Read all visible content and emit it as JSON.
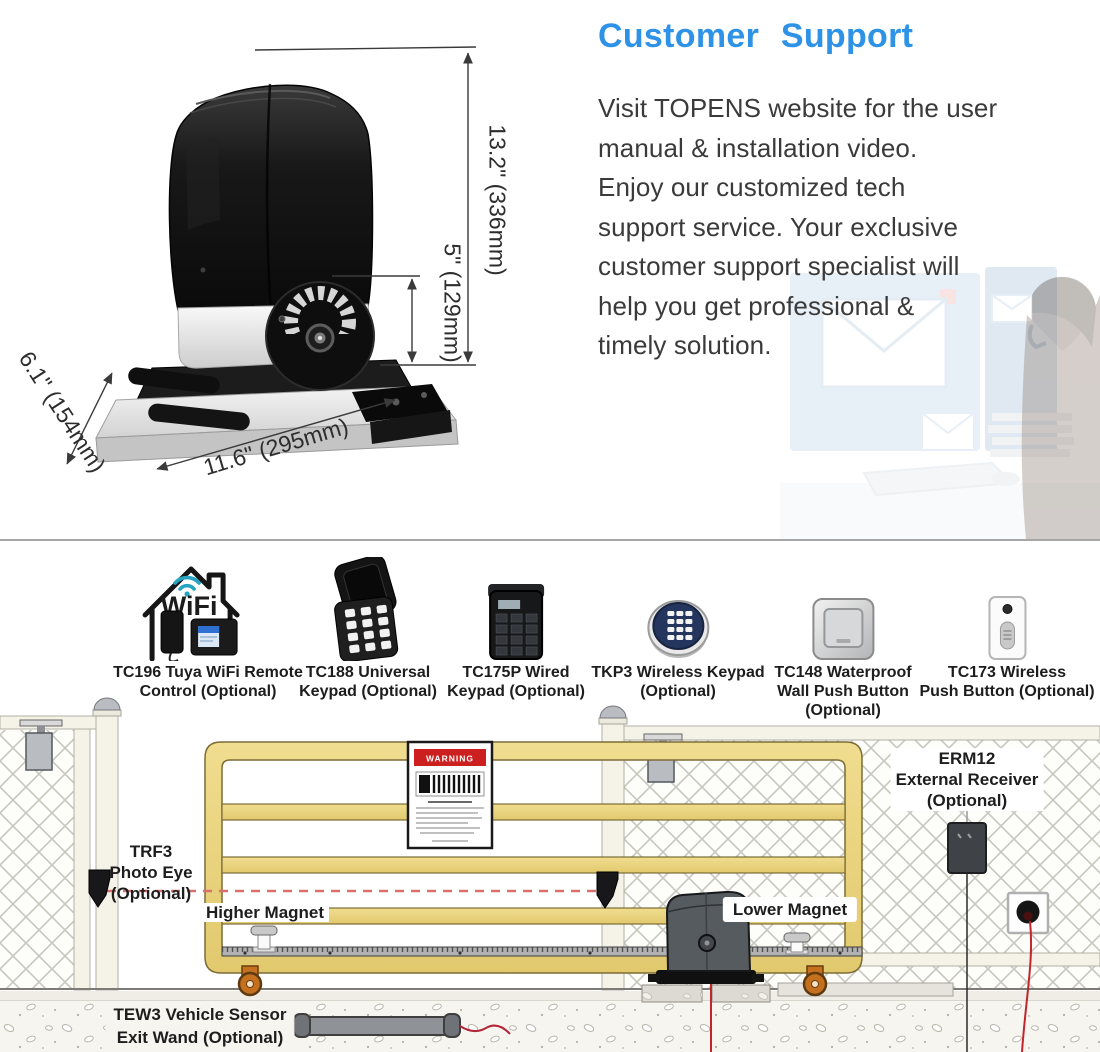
{
  "colors": {
    "accent_blue": "#2e93e6",
    "gate_yellow": "#e9d47f",
    "beam_red": "#d97070",
    "wire_red": "#c2262b",
    "roller_orange": "#c4701f"
  },
  "top": {
    "title": "Customer  Support",
    "paragraph_lines": [
      "Visit TOPENS website for the user",
      "manual & installation video.",
      "Enjoy our customized tech",
      "support service. Your exclusive",
      "customer support specialist will",
      "help you get professional &",
      "timely solution."
    ],
    "dimensions": {
      "height": "13.2\" (336mm)",
      "gear_height": "5\" (129mm)",
      "depth": "6.1\" (154mm)",
      "width": "11.6\" (295mm)"
    }
  },
  "accessories": [
    {
      "id": "tc196",
      "icon": "wifi-remote-icon",
      "icon_text": "WiFi",
      "lines": [
        "TC196 Tuya WiFi Remote",
        "Control (Optional)"
      ]
    },
    {
      "id": "tc188",
      "icon": "flip-keypad-icon",
      "lines": [
        "TC188 Universal",
        "Keypad (Optional)"
      ]
    },
    {
      "id": "tc175p",
      "icon": "wired-keypad-icon",
      "lines": [
        "TC175P Wired",
        "Keypad (Optional)"
      ]
    },
    {
      "id": "tkp3",
      "icon": "round-keypad-icon",
      "lines": [
        "TKP3 Wireless Keypad",
        "(Optional)"
      ]
    },
    {
      "id": "tc148",
      "icon": "wall-button-icon",
      "lines": [
        "TC148 Waterproof",
        "Wall Push Button",
        "(Optional)"
      ]
    },
    {
      "id": "tc173",
      "icon": "remote-button-icon",
      "lines": [
        "TC173 Wireless",
        "Push Button (Optional)"
      ]
    }
  ],
  "diagram": {
    "labels": {
      "photo_eye": [
        "TRF3",
        "Photo Eye",
        "(Optional)"
      ],
      "higher_magnet": "Higher Magnet",
      "lower_magnet": "Lower Magnet",
      "receiver": [
        "ERM12",
        "External Receiver",
        "(Optional)"
      ],
      "exit_wand": [
        "TEW3 Vehicle Sensor",
        "Exit Wand (Optional)"
      ],
      "warning_sign": "WARNING"
    }
  }
}
